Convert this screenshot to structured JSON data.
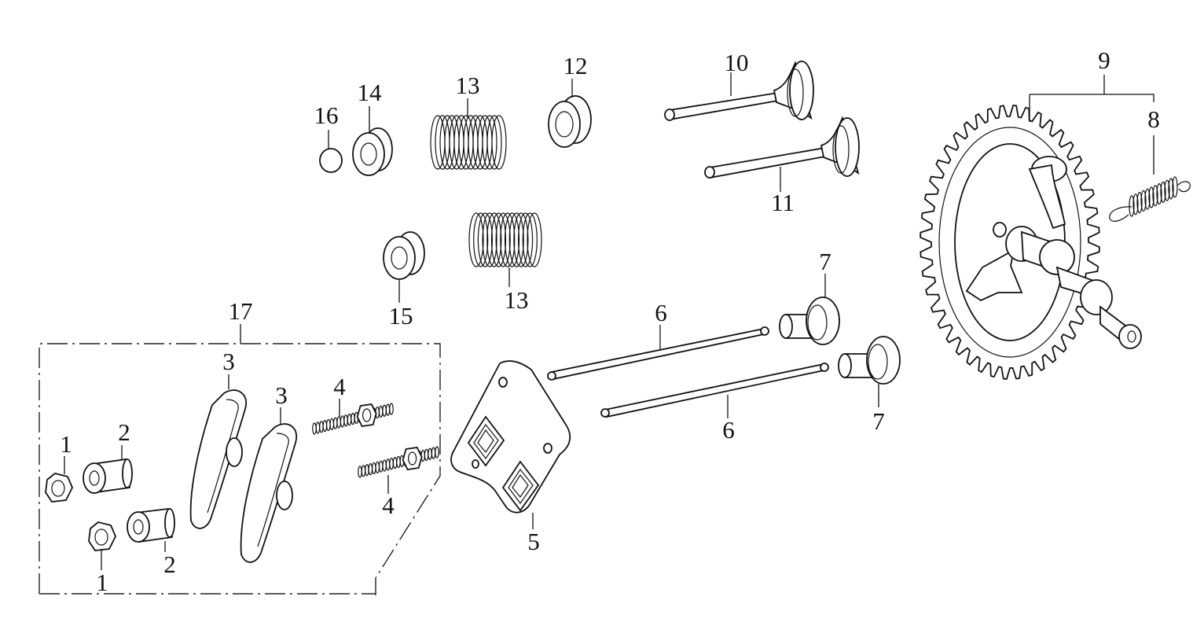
{
  "labels": {
    "p1a": "1",
    "p1b": "1",
    "p2a": "2",
    "p2b": "2",
    "p3a": "3",
    "p3b": "3",
    "p4a": "4",
    "p4b": "4",
    "p5": "5",
    "p6a": "6",
    "p6b": "6",
    "p7a": "7",
    "p7b": "7",
    "p8": "8",
    "p9": "9",
    "p10": "10",
    "p11": "11",
    "p12": "12",
    "p13a": "13",
    "p13b": "13",
    "p14": "14",
    "p15": "15",
    "p16": "16",
    "p17": "17"
  }
}
